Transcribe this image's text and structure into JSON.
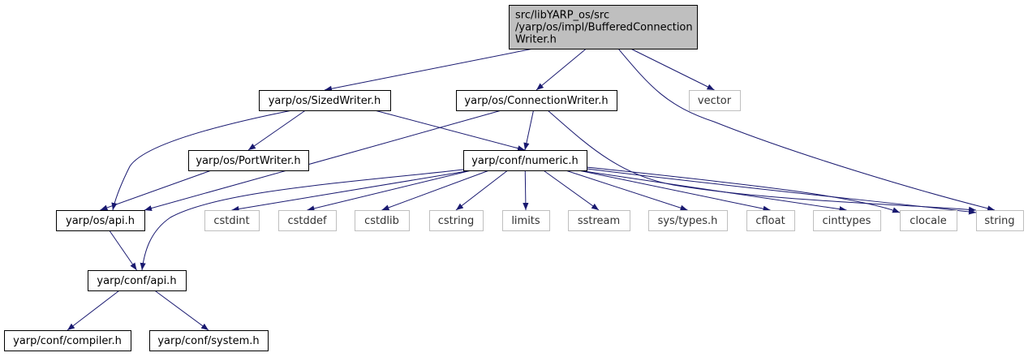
{
  "graph": {
    "nodes": [
      {
        "id": "root",
        "lines": [
          "src/libYARP_os/src",
          "/yarp/os/impl/BufferedConnection",
          "Writer.h"
        ],
        "kind": "root"
      },
      {
        "id": "sizedwriter",
        "lines": [
          "yarp/os/SizedWriter.h"
        ],
        "kind": "internal"
      },
      {
        "id": "connectionwriter",
        "lines": [
          "yarp/os/ConnectionWriter.h"
        ],
        "kind": "internal"
      },
      {
        "id": "vector",
        "lines": [
          "vector"
        ],
        "kind": "external"
      },
      {
        "id": "portwriter",
        "lines": [
          "yarp/os/PortWriter.h"
        ],
        "kind": "internal"
      },
      {
        "id": "numeric",
        "lines": [
          "yarp/conf/numeric.h"
        ],
        "kind": "internal"
      },
      {
        "id": "osapi",
        "lines": [
          "yarp/os/api.h"
        ],
        "kind": "internal"
      },
      {
        "id": "cstdint",
        "lines": [
          "cstdint"
        ],
        "kind": "external"
      },
      {
        "id": "cstddef",
        "lines": [
          "cstddef"
        ],
        "kind": "external"
      },
      {
        "id": "cstdlib",
        "lines": [
          "cstdlib"
        ],
        "kind": "external"
      },
      {
        "id": "cstring",
        "lines": [
          "cstring"
        ],
        "kind": "external"
      },
      {
        "id": "limits",
        "lines": [
          "limits"
        ],
        "kind": "external"
      },
      {
        "id": "sstream",
        "lines": [
          "sstream"
        ],
        "kind": "external"
      },
      {
        "id": "systypes",
        "lines": [
          "sys/types.h"
        ],
        "kind": "external"
      },
      {
        "id": "cfloat",
        "lines": [
          "cfloat"
        ],
        "kind": "external"
      },
      {
        "id": "cinttypes",
        "lines": [
          "cinttypes"
        ],
        "kind": "external"
      },
      {
        "id": "clocale",
        "lines": [
          "clocale"
        ],
        "kind": "external"
      },
      {
        "id": "string",
        "lines": [
          "string"
        ],
        "kind": "external"
      },
      {
        "id": "confapi",
        "lines": [
          "yarp/conf/api.h"
        ],
        "kind": "internal"
      },
      {
        "id": "compiler",
        "lines": [
          "yarp/conf/compiler.h"
        ],
        "kind": "internal"
      },
      {
        "id": "system",
        "lines": [
          "yarp/conf/system.h"
        ],
        "kind": "internal"
      }
    ],
    "edges": [
      {
        "from": "root",
        "to": "sizedwriter"
      },
      {
        "from": "root",
        "to": "connectionwriter"
      },
      {
        "from": "root",
        "to": "vector"
      },
      {
        "from": "root",
        "to": "string"
      },
      {
        "from": "sizedwriter",
        "to": "osapi"
      },
      {
        "from": "sizedwriter",
        "to": "portwriter"
      },
      {
        "from": "sizedwriter",
        "to": "numeric"
      },
      {
        "from": "connectionwriter",
        "to": "osapi"
      },
      {
        "from": "connectionwriter",
        "to": "numeric"
      },
      {
        "from": "connectionwriter",
        "to": "string"
      },
      {
        "from": "portwriter",
        "to": "osapi"
      },
      {
        "from": "numeric",
        "to": "confapi"
      },
      {
        "from": "numeric",
        "to": "cstdint"
      },
      {
        "from": "numeric",
        "to": "cstddef"
      },
      {
        "from": "numeric",
        "to": "cstdlib"
      },
      {
        "from": "numeric",
        "to": "cstring"
      },
      {
        "from": "numeric",
        "to": "limits"
      },
      {
        "from": "numeric",
        "to": "sstream"
      },
      {
        "from": "numeric",
        "to": "systypes"
      },
      {
        "from": "numeric",
        "to": "cfloat"
      },
      {
        "from": "numeric",
        "to": "cinttypes"
      },
      {
        "from": "numeric",
        "to": "clocale"
      },
      {
        "from": "numeric",
        "to": "string"
      },
      {
        "from": "osapi",
        "to": "confapi"
      },
      {
        "from": "confapi",
        "to": "compiler"
      },
      {
        "from": "confapi",
        "to": "system"
      }
    ]
  },
  "colors": {
    "edge": "#191970",
    "root_fill": "#bfbfbf",
    "internal_border": "#000000",
    "external_border": "#bfbfbf"
  }
}
